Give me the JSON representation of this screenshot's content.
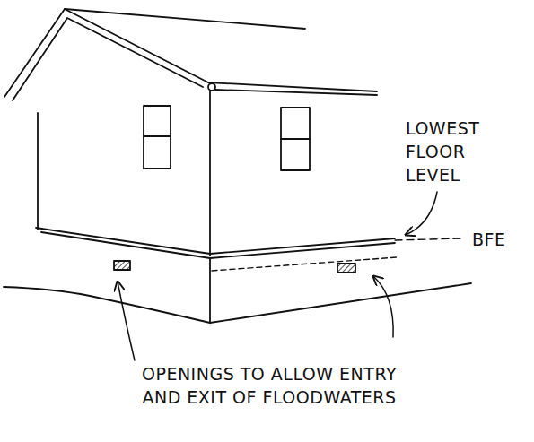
{
  "diagram": {
    "labels": [
      "LOWEST FLOOR LEVEL",
      "BFE",
      "OPENINGS TO ALLOW ENTRY AND EXIT OF FLOODWATERS"
    ]
  }
}
